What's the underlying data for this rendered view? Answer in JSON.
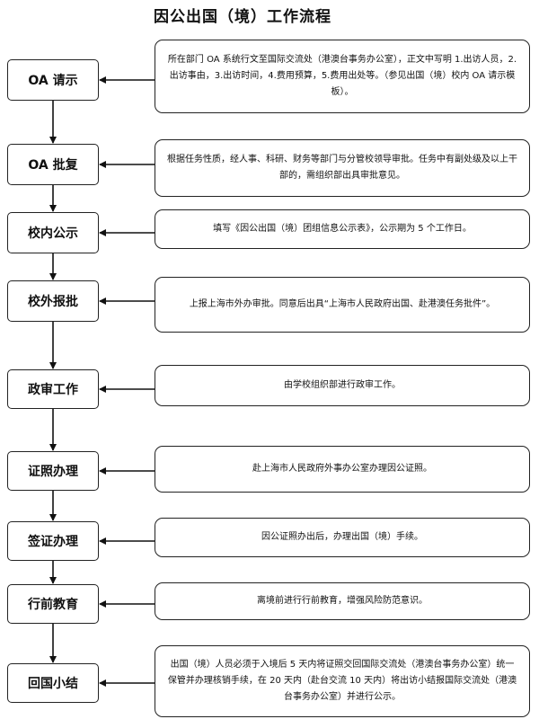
{
  "title": "因公出国（境）工作流程",
  "steps": [
    {
      "label": "OA 请示",
      "description": "所在部门 OA 系统行文至国际交流处（港澳台事务办公室），正文中写明 1.出访人员，2.出访事由，3.出访时间，4.费用预算，5.费用出处等。（参见出国（境）校内 OA 请示模板）。"
    },
    {
      "label": "OA 批复",
      "description": "根据任务性质，经人事、科研、财务等部门与分管校领导审批。任务中有副处级及以上干部的，需组织部出具审批意见。"
    },
    {
      "label": "校内公示",
      "description": "填写《因公出国（境）团组信息公示表》，公示期为 5 个工作日。"
    },
    {
      "label": "校外报批",
      "description": "上报上海市外办审批。同意后出具“上海市人民政府出国、赴港澳任务批件”。"
    },
    {
      "label": "政审工作",
      "description": "由学校组织部进行政审工作。"
    },
    {
      "label": "证照办理",
      "description": "赴上海市人民政府外事办公室办理因公证照。"
    },
    {
      "label": "签证办理",
      "description": "因公证照办出后，办理出国（境）手续。"
    },
    {
      "label": "行前教育",
      "description": "离境前进行行前教育，增强风险防范意识。"
    },
    {
      "label": "回国小结",
      "description": "出国（境）人员必须于入境后 5 天内将证照交回国际交流处（港澳台事务办公室）统一保管并办理核销手续，在 20 天内（赴台交流 10 天内）将出访小结报国际交流处（港澳台事务办公室）并进行公示。"
    }
  ]
}
